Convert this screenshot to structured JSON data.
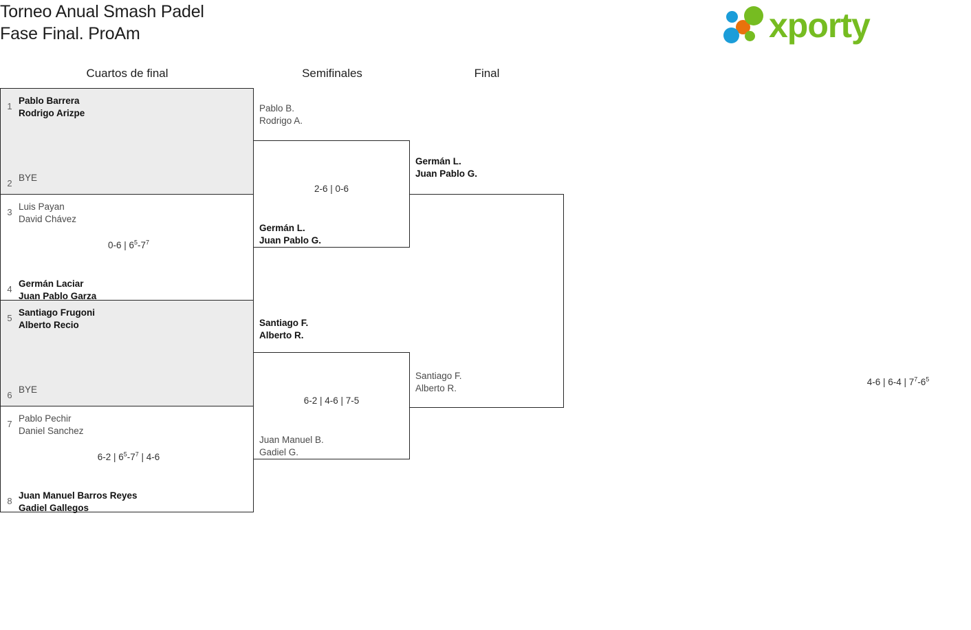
{
  "header": {
    "title": "Torneo Anual Smash Padel\nFase Final. ProAm",
    "logo": {
      "wordmark": "xporty",
      "dot_colors": [
        "#1b9dd9",
        "#e8720c",
        "#76bc21",
        "#1b9dd9",
        "#76bc21"
      ],
      "green": "#76bc21",
      "blue": "#1b9dd9",
      "orange": "#e8720c"
    }
  },
  "rounds": [
    {
      "label": "Cuartos de final"
    },
    {
      "label": "Semifinales"
    },
    {
      "label": "Final"
    }
  ],
  "quarterfinals": [
    {
      "top_seed": "1",
      "top_team": "Pablo Barrera\nRodrigo Arizpe",
      "top_result": "win",
      "bottom_seed": "2",
      "bottom_team": "BYE",
      "bottom_result": "bye",
      "score": "",
      "shaded": true
    },
    {
      "top_seed": "3",
      "top_team": "Luis Payan\nDavid Chávez",
      "top_result": "lose",
      "bottom_seed": "4",
      "bottom_team": "Germán Laciar\nJuan Pablo Garza",
      "bottom_result": "win",
      "score": "0-6 | 6<sup>5</sup>-7<sup>7</sup>",
      "shaded": false
    },
    {
      "top_seed": "5",
      "top_team": "Santiago Frugoni\nAlberto Recio",
      "top_result": "win",
      "bottom_seed": "6",
      "bottom_team": "BYE",
      "bottom_result": "bye",
      "score": "",
      "shaded": true
    },
    {
      "top_seed": "7",
      "top_team": "Pablo Pechir\nDaniel Sanchez",
      "top_result": "lose",
      "bottom_seed": "8",
      "bottom_team": "Juan Manuel Barros Reyes\nGadiel Gallegos",
      "bottom_result": "win",
      "score": "6-2 | 6<sup>5</sup>-7<sup>7</sup> | 4-6",
      "shaded": false
    }
  ],
  "semifinals": [
    {
      "top_team": "Pablo B.\nRodrigo A.",
      "top_result": "lose",
      "bottom_team": "Germán L.\nJuan Pablo G.",
      "bottom_result": "win",
      "score": "2-6 | 0-6"
    },
    {
      "top_team": "Santiago F.\nAlberto R.",
      "top_result": "win",
      "bottom_team": "Juan Manuel B.\nGadiel G.",
      "bottom_result": "lose",
      "score": "6-2 | 4-6 | 7-5"
    }
  ],
  "final": {
    "top_team": "Germán L.\nJuan Pablo G.",
    "top_result": "win",
    "bottom_team": "Santiago F.\nAlberto R.",
    "bottom_result": "lose",
    "score": "4-6 | 6-4 | 7<sup>7</sup>-6<sup>5</sup>"
  }
}
